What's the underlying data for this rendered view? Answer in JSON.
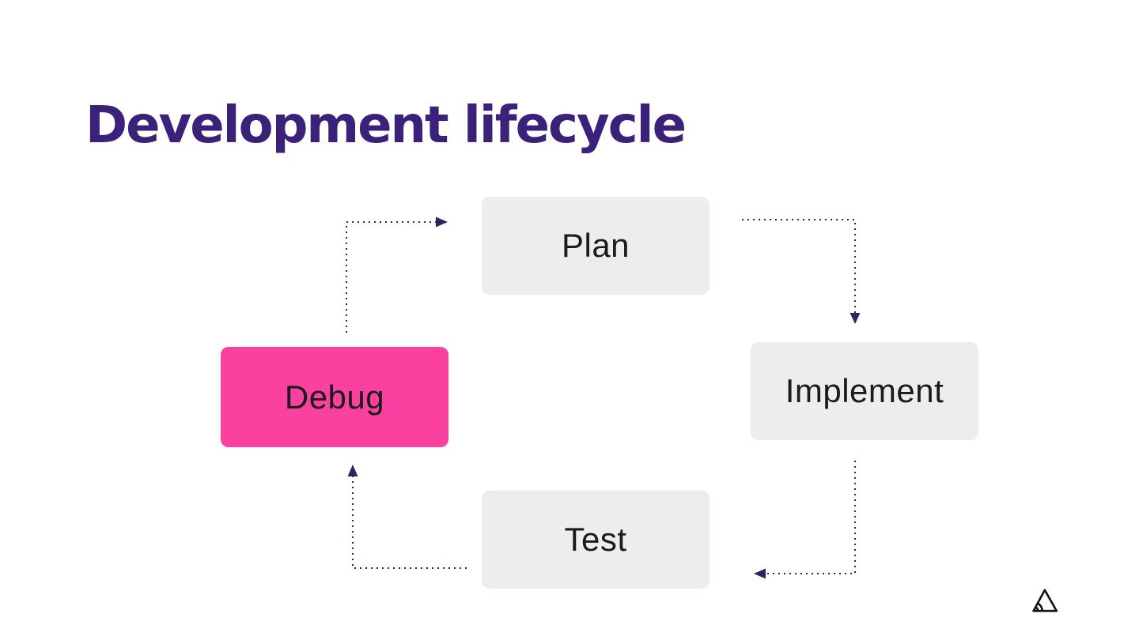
{
  "slide": {
    "title": "Development lifecycle",
    "title_color": "#3B2179",
    "background_color": "#FFFFFF"
  },
  "diagram": {
    "type": "cycle-flowchart",
    "arrow_color": "#342163",
    "arrow_style": "dotted",
    "nodes": [
      {
        "id": "plan",
        "label": "Plan",
        "fill": "#EDEDED",
        "text_color": "#1B1B1B",
        "highlighted": false
      },
      {
        "id": "implement",
        "label": "Implement",
        "fill": "#EDEDED",
        "text_color": "#1B1B1B",
        "highlighted": false
      },
      {
        "id": "test",
        "label": "Test",
        "fill": "#EDEDED",
        "text_color": "#1B1B1B",
        "highlighted": false
      },
      {
        "id": "debug",
        "label": "Debug",
        "fill": "#FB41A0",
        "text_color": "#1B1B1B",
        "highlighted": true
      }
    ],
    "edges": [
      {
        "from": "debug",
        "to": "plan"
      },
      {
        "from": "plan",
        "to": "implement"
      },
      {
        "from": "implement",
        "to": "test"
      },
      {
        "from": "test",
        "to": "debug"
      }
    ]
  },
  "footer": {
    "logo": "sentry-logo",
    "logo_color": "#111111"
  }
}
